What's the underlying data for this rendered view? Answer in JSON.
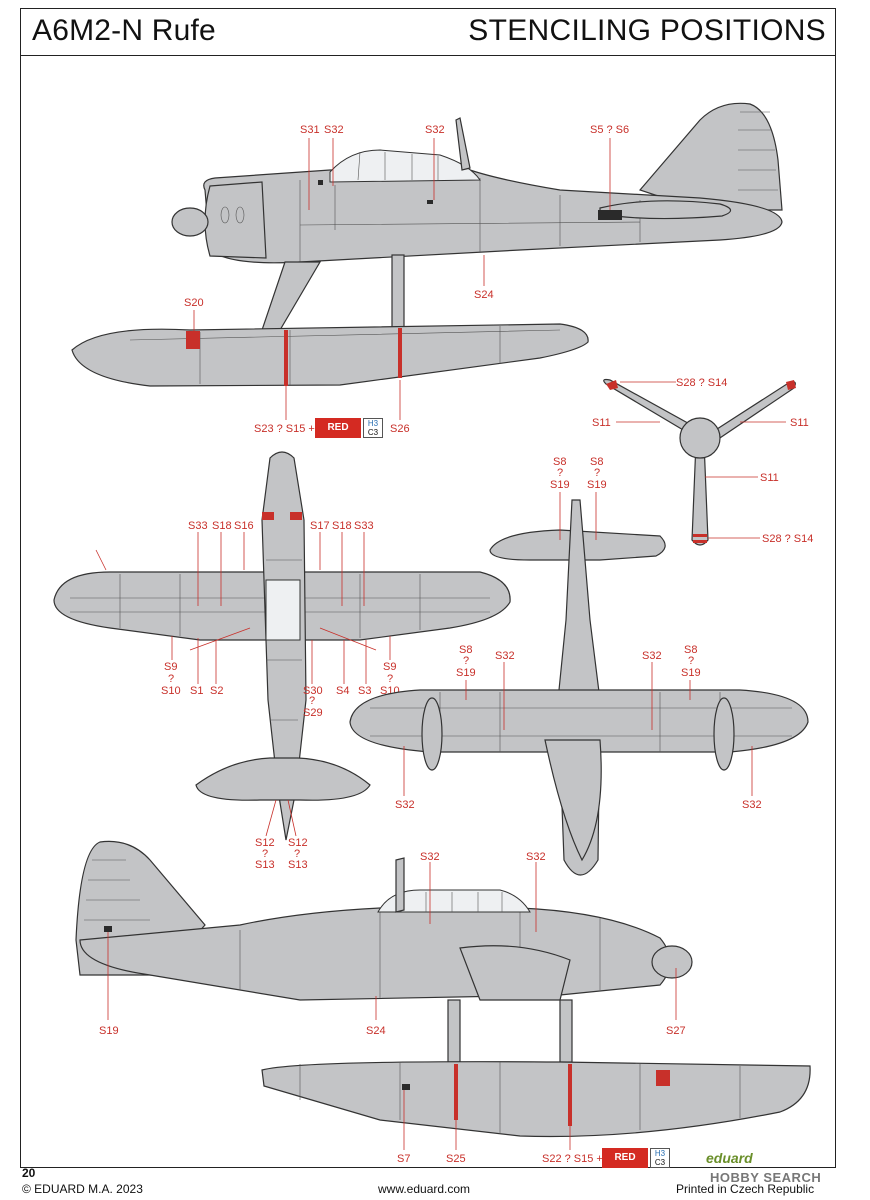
{
  "header": {
    "title": "A6M2-N Rufe",
    "section": "STENCILING POSITIONS"
  },
  "labels": {
    "s31": "S31",
    "s32": "S32",
    "s5s6": "S5 ? S6",
    "s24": "S24",
    "s20": "S20",
    "s26": "S26",
    "s23s15": "S23 ? S15 +",
    "s28s14": "S28 ? S14",
    "s11": "S11",
    "s8": "S8",
    "q": "?",
    "s19": "S19",
    "s33": "S33",
    "s18": "S18",
    "s16": "S16",
    "s17": "S17",
    "s9": "S9",
    "s10": "S10",
    "s1": "S1",
    "s2": "S2",
    "s30": "S30",
    "s29": "S29",
    "s4": "S4",
    "s3": "S3",
    "s12": "S12",
    "s13": "S13",
    "s27": "S27",
    "s7": "S7",
    "s25": "S25",
    "s22s15": "S22 ? S15 +"
  },
  "color_swatch": {
    "name": "RED",
    "code_h": "H3",
    "code_c": "C3",
    "hex": "#d42a22"
  },
  "footer": {
    "page": "20",
    "copyright": "© EDUARD M.A. 2023",
    "website": "www.eduard.com",
    "printed": "Printed in Czech Republic",
    "logo": "eduard",
    "watermark": "HOBBY SEARCH"
  },
  "colors": {
    "aircraft": "#c3c4c6",
    "stencil": "#c8302a",
    "outline": "#333333"
  }
}
